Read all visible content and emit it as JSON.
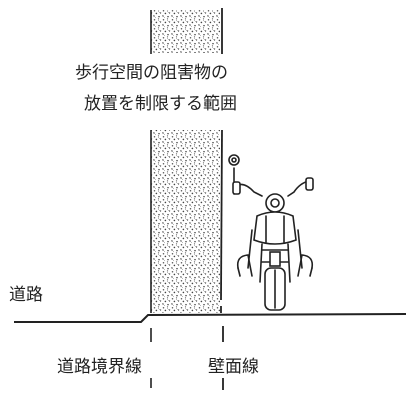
{
  "diagram": {
    "caption_lines": [
      "歩行空間の阻害物の",
      "放置を制限する範囲"
    ],
    "road_label": "道路",
    "boundary_line_label": "道路境界線",
    "wall_line_label": "壁面線",
    "icons": [
      "motorcycle-icon"
    ],
    "colors": {
      "ink": "#222222",
      "background": "#ffffff"
    }
  }
}
